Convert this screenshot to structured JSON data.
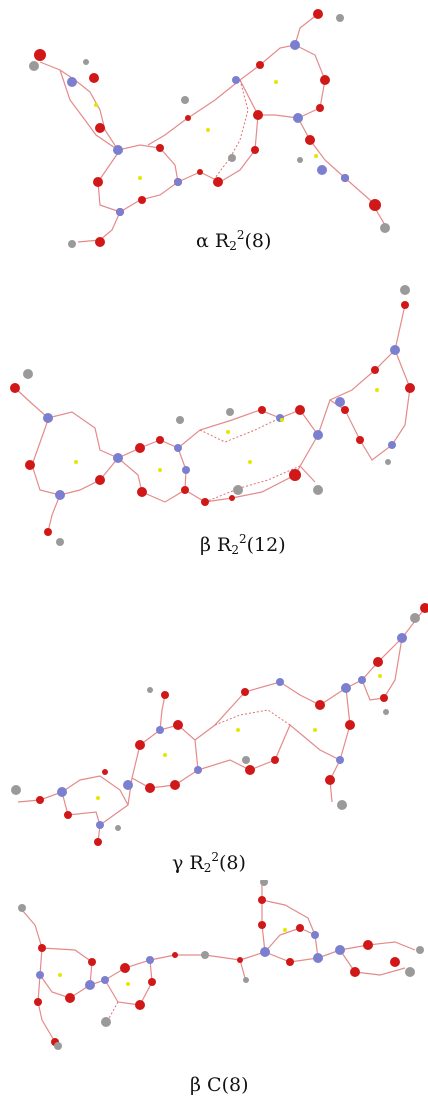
{
  "panels": [
    {
      "greek": "α",
      "ring": "R",
      "sub": "2",
      "sup": "2",
      "size": "(8)"
    },
    {
      "greek": "β",
      "ring": "R",
      "sub": "2",
      "sup": "2",
      "size": "(12)"
    },
    {
      "greek": "γ",
      "ring": "R",
      "sub": "2",
      "sup": "2",
      "size": "(8)"
    },
    {
      "greek": "β",
      "ring": "C",
      "size": "(8)"
    }
  ],
  "colors": {
    "oxygen": "#d01818",
    "nitrogen": "#7a7fd0",
    "hydrogen": "#9a9a9a",
    "critical_point": "#e6e600",
    "bond": "#e58a8a"
  }
}
